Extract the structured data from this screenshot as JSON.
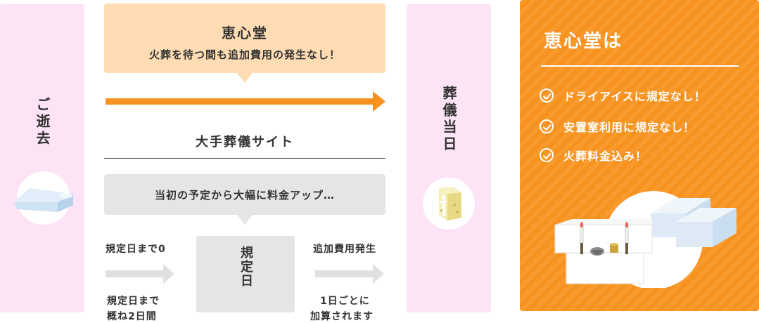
{
  "col_left": {
    "label": "ご逝去"
  },
  "col_funeral_day": {
    "label": "葬儀当日"
  },
  "ekishindo": {
    "title": "恵心堂",
    "subtitle": "火葬を待つ間も追加費用の発生なし！"
  },
  "major": {
    "title": "大手葬儀サイト",
    "bubble": "当初の予定から大幅に料金アップ…"
  },
  "deadline": {
    "before_top": "規定日まで0",
    "before_bottom_1": "規定日まで",
    "before_bottom_2": "概ね2日間",
    "box_label": "規定日",
    "after_top": "追加費用発生",
    "after_bottom_1": "1日ごとに",
    "after_bottom_2": "加算されます"
  },
  "panel": {
    "title": "恵心堂は",
    "items": [
      "ドライアイスに規定なし！",
      "安置室利用に規定なし！",
      "火葬料金込み！"
    ]
  },
  "colors": {
    "pink": "#fce3f6",
    "peach": "#ffdcb3",
    "orange": "#f7921e",
    "grey": "#e5e5e5",
    "arrow_grey": "#e0e0e0"
  },
  "icons": {
    "deceased": "futon-icon",
    "urn": "urn-box-icon",
    "altar": "altar-dry-ice-icon"
  }
}
